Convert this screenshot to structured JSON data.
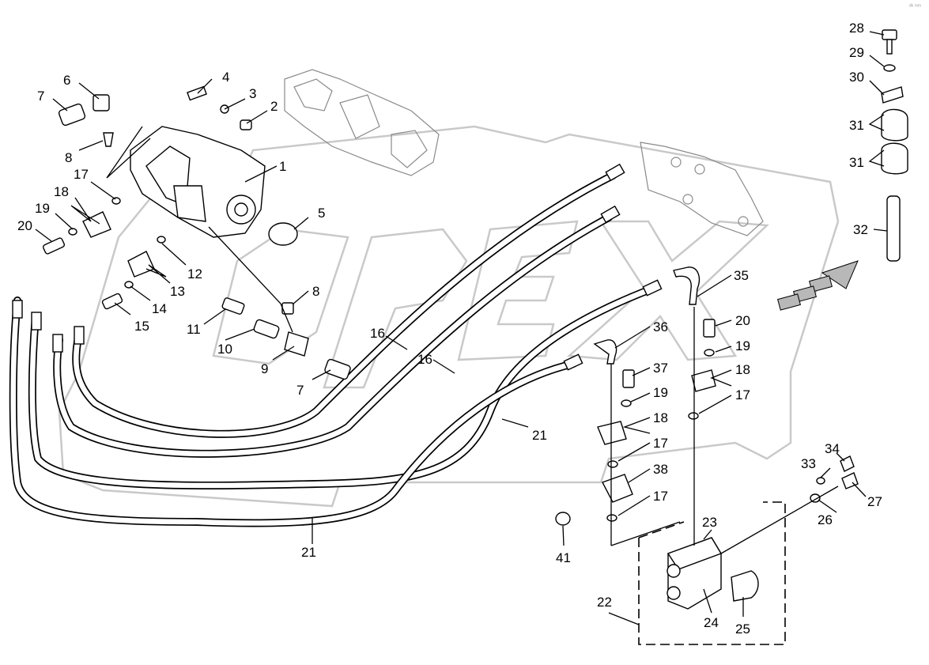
{
  "watermark": {
    "text": "OPEX"
  },
  "corner_mark": "ᵈᵏ ᵐᵐ",
  "callouts": [
    {
      "id": "c1",
      "text": "1"
    },
    {
      "id": "c2",
      "text": "2"
    },
    {
      "id": "c3",
      "text": "3"
    },
    {
      "id": "c4",
      "text": "4"
    },
    {
      "id": "c5",
      "text": "5"
    },
    {
      "id": "c6",
      "text": "6"
    },
    {
      "id": "c7a",
      "text": "7"
    },
    {
      "id": "c7b",
      "text": "7"
    },
    {
      "id": "c8a",
      "text": "8"
    },
    {
      "id": "c8b",
      "text": "8"
    },
    {
      "id": "c9",
      "text": "9"
    },
    {
      "id": "c10",
      "text": "10"
    },
    {
      "id": "c11",
      "text": "11"
    },
    {
      "id": "c12",
      "text": "12"
    },
    {
      "id": "c13",
      "text": "13"
    },
    {
      "id": "c14",
      "text": "14"
    },
    {
      "id": "c15",
      "text": "15"
    },
    {
      "id": "c16a",
      "text": "16"
    },
    {
      "id": "c16b",
      "text": "16"
    },
    {
      "id": "c17a",
      "text": "17"
    },
    {
      "id": "c17b",
      "text": "17"
    },
    {
      "id": "c17c",
      "text": "17"
    },
    {
      "id": "c17d",
      "text": "17"
    },
    {
      "id": "c18a",
      "text": "18"
    },
    {
      "id": "c18b",
      "text": "18"
    },
    {
      "id": "c18c",
      "text": "18"
    },
    {
      "id": "c19a",
      "text": "19"
    },
    {
      "id": "c19b",
      "text": "19"
    },
    {
      "id": "c19c",
      "text": "19"
    },
    {
      "id": "c20a",
      "text": "20"
    },
    {
      "id": "c20b",
      "text": "20"
    },
    {
      "id": "c21a",
      "text": "21"
    },
    {
      "id": "c21b",
      "text": "21"
    },
    {
      "id": "c22",
      "text": "22"
    },
    {
      "id": "c23",
      "text": "23"
    },
    {
      "id": "c24",
      "text": "24"
    },
    {
      "id": "c25",
      "text": "25"
    },
    {
      "id": "c26",
      "text": "26"
    },
    {
      "id": "c27",
      "text": "27"
    },
    {
      "id": "c28",
      "text": "28"
    },
    {
      "id": "c29",
      "text": "29"
    },
    {
      "id": "c30",
      "text": "30"
    },
    {
      "id": "c31a",
      "text": "31"
    },
    {
      "id": "c31b",
      "text": "31"
    },
    {
      "id": "c32",
      "text": "32"
    },
    {
      "id": "c33",
      "text": "33"
    },
    {
      "id": "c34",
      "text": "34"
    },
    {
      "id": "c35",
      "text": "35"
    },
    {
      "id": "c36",
      "text": "36"
    },
    {
      "id": "c37",
      "text": "37"
    },
    {
      "id": "c38",
      "text": "38"
    },
    {
      "id": "c41",
      "text": "41"
    }
  ]
}
